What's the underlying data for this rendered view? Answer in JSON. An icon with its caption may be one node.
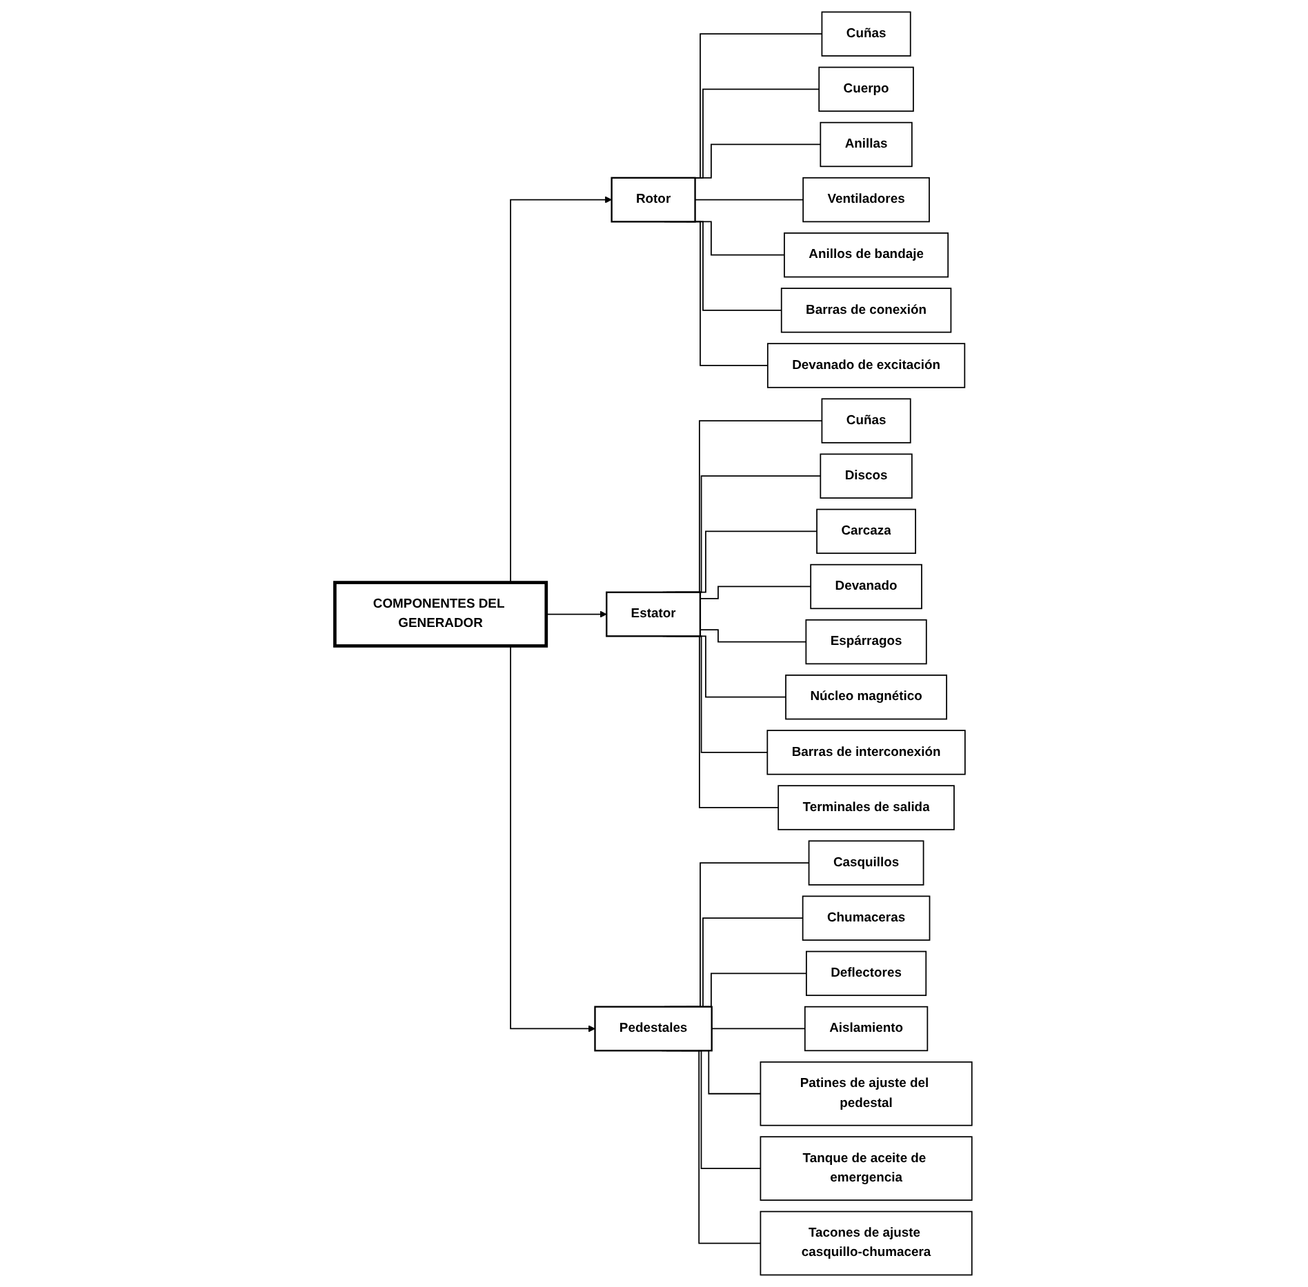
{
  "diagram": {
    "nodes": [
      {
        "text": [
          "COMPONENTES DEL GENERADOR"
        ]
      },
      {
        "text": [
          "Rotor"
        ]
      },
      {
        "text": [
          "Estator"
        ]
      },
      {
        "text": [
          "Pedestales"
        ]
      },
      {
        "text": [
          "Cuñas"
        ]
      },
      {
        "text": [
          "Cuerpo"
        ]
      },
      {
        "text": [
          "Anillas"
        ]
      },
      {
        "text": [
          "Ventiladores"
        ]
      },
      {
        "text": [
          "Anillos de bandaje"
        ]
      },
      {
        "text": [
          "Barras de conexión"
        ]
      },
      {
        "text": [
          "Devanado de excitación"
        ]
      },
      {
        "text": [
          "Cuñas"
        ]
      },
      {
        "text": [
          "Discos"
        ]
      },
      {
        "text": [
          "Carcaza"
        ]
      },
      {
        "text": [
          "Devanado"
        ]
      },
      {
        "text": [
          "Espárragos"
        ]
      },
      {
        "text": [
          "Núcleo magnético"
        ]
      },
      {
        "text": [
          "Barras de interconexión"
        ]
      },
      {
        "text": [
          "Terminales de salida"
        ]
      },
      {
        "text": [
          "Casquillos"
        ]
      },
      {
        "text": [
          "Chumaceras"
        ]
      },
      {
        "text": [
          "Deflectores"
        ]
      },
      {
        "text": [
          "Aislamiento"
        ]
      },
      {
        "text": [
          "Patines de ajuste del pedestal"
        ]
      },
      {
        "text": [
          "Tanque de aceite de emergencia"
        ]
      },
      {
        "text": [
          "Tacones de ajuste casquillo-chumacera"
        ]
      }
    ],
    "edges": [
      {
        "from": 0,
        "to": 1,
        "arrow": "to"
      },
      {
        "from": 0,
        "to": 2,
        "arrow": "to"
      },
      {
        "from": 0,
        "to": 3,
        "arrow": "to"
      },
      {
        "from": 1,
        "to": 4,
        "arrow": "none"
      },
      {
        "from": 1,
        "to": 5,
        "arrow": "none"
      },
      {
        "from": 1,
        "to": 6,
        "arrow": "none"
      },
      {
        "from": 1,
        "to": 7,
        "arrow": "none"
      },
      {
        "from": 1,
        "to": 8,
        "arrow": "none"
      },
      {
        "from": 1,
        "to": 9,
        "arrow": "none"
      },
      {
        "from": 1,
        "to": 10,
        "arrow": "none"
      },
      {
        "from": 2,
        "to": 11,
        "arrow": "none"
      },
      {
        "from": 2,
        "to": 12,
        "arrow": "none"
      },
      {
        "from": 2,
        "to": 13,
        "arrow": "none"
      },
      {
        "from": 2,
        "to": 14,
        "arrow": "none"
      },
      {
        "from": 2,
        "to": 15,
        "arrow": "none"
      },
      {
        "from": 2,
        "to": 16,
        "arrow": "none"
      },
      {
        "from": 2,
        "to": 17,
        "arrow": "none"
      },
      {
        "from": 2,
        "to": 18,
        "arrow": "none"
      },
      {
        "from": 3,
        "to": 19,
        "arrow": "none"
      },
      {
        "from": 3,
        "to": 20,
        "arrow": "none"
      },
      {
        "from": 3,
        "to": 21,
        "arrow": "none"
      },
      {
        "from": 3,
        "to": 22,
        "arrow": "none"
      },
      {
        "from": 3,
        "to": 23,
        "arrow": "none"
      },
      {
        "from": 3,
        "to": 24,
        "arrow": "none"
      },
      {
        "from": 3,
        "to": 25,
        "arrow": "none"
      }
    ]
  }
}
